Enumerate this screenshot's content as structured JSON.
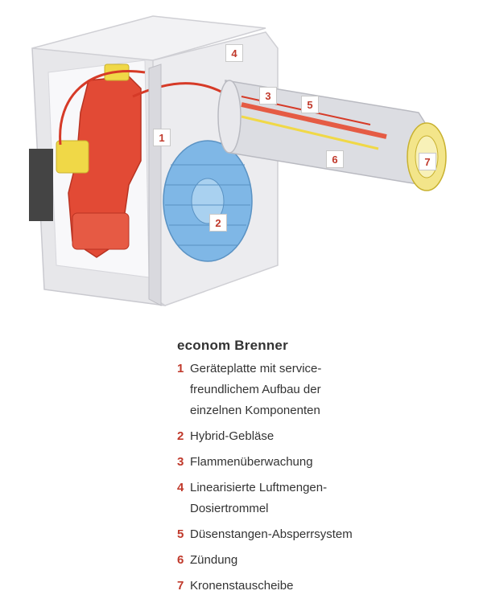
{
  "title": "econom Brenner",
  "callouts": [
    "1",
    "2",
    "3",
    "4",
    "5",
    "6",
    "7"
  ],
  "legend": [
    {
      "num": "1",
      "lines": [
        "Geräteplatte mit service-",
        "freundlichem Aufbau der",
        "einzelnen Komponenten"
      ]
    },
    {
      "num": "2",
      "lines": [
        "Hybrid-Gebläse"
      ]
    },
    {
      "num": "3",
      "lines": [
        "Flammenüberwachung"
      ]
    },
    {
      "num": "4",
      "lines": [
        "Linearisierte Luftmengen-",
        "Dosiertrommel"
      ]
    },
    {
      "num": "5",
      "lines": [
        "Düsenstangen-Absperrsystem"
      ]
    },
    {
      "num": "6",
      "lines": [
        "Zündung"
      ]
    },
    {
      "num": "7",
      "lines": [
        "Kronenstauscheibe"
      ]
    }
  ],
  "colors": {
    "accent_red": "#c0392b",
    "housing": "#e9e9ec",
    "pump_red": "#e24a35",
    "fan_blue": "#7fb7e6",
    "tube_gray": "#d9d9de",
    "yellow": "#f0d847"
  }
}
